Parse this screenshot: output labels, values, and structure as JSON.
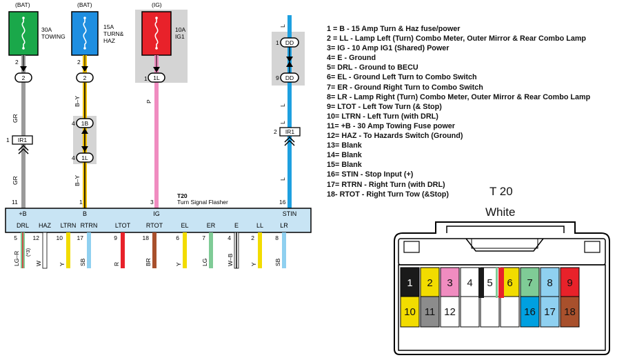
{
  "fuses": [
    {
      "source": "(BAT)",
      "rating": "30A",
      "name": "TOWING",
      "pin": "2",
      "color": "#1aa84a"
    },
    {
      "source": "(BAT)",
      "rating": "15A",
      "name": "TURN&",
      "name2": "HAZ",
      "pin": "2",
      "color": "#1e8ee0"
    },
    {
      "source": "(IG)",
      "rating": "10A",
      "name": "IG1",
      "pin": "1",
      "color": "#e8222a"
    }
  ],
  "connectors": {
    "c2a": "2",
    "c2b": "2",
    "c1l": "1L",
    "c1b": "1B",
    "c1l2": "1L",
    "cdd1": "DD",
    "cdd9": "DD",
    "ir1a": "IR1",
    "ir1b": "IR1"
  },
  "pins": {
    "p2a": "2",
    "p2b": "2",
    "p1": "1",
    "p4a": "4",
    "p4b": "4",
    "p1dd": "1",
    "p9dd": "9",
    "p1ir": "1",
    "p2ir": "2",
    "p11": "11",
    "p1b": "1",
    "p3": "3",
    "p16": "16"
  },
  "wire_labels": {
    "gr1": "GR",
    "gr2": "GR",
    "by1": "B–Y",
    "by2": "B–Y",
    "p": "P",
    "l1": "L",
    "l2": "L",
    "l3": "L",
    "l4": "L"
  },
  "flasher": {
    "id": "T20",
    "name": "Turn Signal Flasher",
    "top_labels": [
      "+B",
      "B",
      "IG",
      "STIN"
    ],
    "bottom_labels": [
      "DRL",
      "HAZ",
      "LTRN",
      "RTRN",
      "LTOT",
      "RTOT",
      "EL",
      "ER",
      "E",
      "LL",
      "LR"
    ]
  },
  "bottom_wires": [
    {
      "pin": "5",
      "color": "LG–R",
      "note": "(*3)"
    },
    {
      "pin": "12",
      "color": "W"
    },
    {
      "pin": "10",
      "color": "Y"
    },
    {
      "pin": "17",
      "color": "SB"
    },
    {
      "pin": "9",
      "color": "R"
    },
    {
      "pin": "18",
      "color": "BR"
    },
    {
      "pin": "6",
      "color": "Y"
    },
    {
      "pin": "7",
      "color": "LG"
    },
    {
      "pin": "4",
      "color": "W–B"
    },
    {
      "pin": "2",
      "color": "Y"
    },
    {
      "pin": "8",
      "color": "SB"
    }
  ],
  "legend": [
    "1 = B - 15 Amp Turn & Haz fuse/power",
    "2 = LL - Lamp Left (Turn) Combo Meter, Outer Mirror & Rear Combo Lamp",
    "3= IG - 10 Amp IG1 (Shared) Power",
    "4= E - Ground",
    "5= DRL - Ground to BECU",
    "6= EL - Ground Left Turn to Combo Switch",
    "7= ER - Ground Right Turn to Combo Switch",
    "8= LR - Lamp Right (Turn) Combo Meter, Outer Mirror & Rear Combo Lamp",
    "9= LTOT - Left Tow Turn (& Stop)",
    "10= LTRN - Left Turn (with DRL)",
    "11= +B - 30 Amp Towing Fuse power",
    "12= HAZ - To Hazards Switch (Ground)",
    "13= Blank",
    "14= Blank",
    "15= Blank",
    "16= STIN - Stop Input (+)",
    "17= RTRN - Right Turn (with DRL)",
    "18- RTOT - Right Turn Tow (&Stop)"
  ],
  "connector_face": {
    "title": "T 20",
    "color_label": "White",
    "top_row": [
      {
        "n": "1",
        "fill": "#1a1a1a",
        "text": "#ffffff"
      },
      {
        "n": "2",
        "fill": "#f2dc00",
        "text": "#111111"
      },
      {
        "n": "3",
        "fill": "#f08cc0",
        "text": "#111111"
      },
      {
        "n": "4",
        "fill": "#ffffff",
        "text": "#111111"
      },
      {
        "n": "5",
        "fill": "#ffffff",
        "text": "#111111"
      },
      {
        "n": "6",
        "fill": "#f2dc00",
        "text": "#111111"
      },
      {
        "n": "7",
        "fill": "#7fcb96",
        "text": "#111111"
      },
      {
        "n": "8",
        "fill": "#8fd0f0",
        "text": "#111111"
      },
      {
        "n": "9",
        "fill": "#e8222a",
        "text": "#111111"
      }
    ],
    "bottom_row": [
      {
        "n": "10",
        "fill": "#f2dc00",
        "text": "#111111"
      },
      {
        "n": "11",
        "fill": "#8c8c8c",
        "text": "#111111"
      },
      {
        "n": "12",
        "fill": "#ffffff",
        "text": "#111111"
      },
      {
        "n": "",
        "fill": "#ffffff",
        "text": "#111111"
      },
      {
        "n": "",
        "fill": "#ffffff",
        "text": "#111111"
      },
      {
        "n": "",
        "fill": "#ffffff",
        "text": "#111111"
      },
      {
        "n": "16",
        "fill": "#00a0e0",
        "text": "#111111"
      },
      {
        "n": "17",
        "fill": "#8fd0f0",
        "text": "#111111"
      },
      {
        "n": "18",
        "fill": "#a8502c",
        "text": "#111111"
      }
    ]
  },
  "colors": {
    "gray_wire": "#9a9a9a",
    "by_wire": "#f0c000",
    "pink_wire": "#f08cc0",
    "blue_wire": "#1ea0e0",
    "flasher_fill": "#c8e4f4"
  }
}
